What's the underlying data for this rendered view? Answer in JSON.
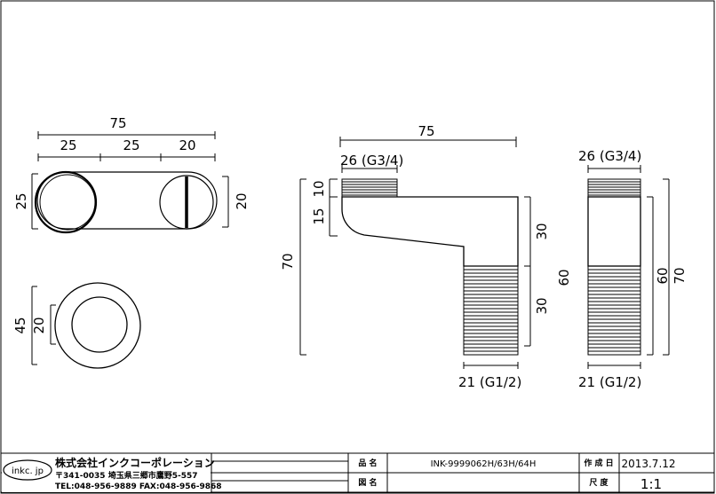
{
  "drawing": {
    "top_view": {
      "overall": "75",
      "left": "25",
      "middle": "25",
      "right": "20",
      "height_left": "25",
      "height_right": "20"
    },
    "ring_view": {
      "outer": "45",
      "inner": "20"
    },
    "side_view": {
      "overall": "75",
      "thread_top": "26 (G3/4)",
      "d10": "10",
      "d15": "15",
      "d70": "70",
      "d30a": "30",
      "d30b": "30",
      "d60": "60",
      "thread_bottom": "21 (G1/2)"
    },
    "front_view": {
      "thread_top": "26 (G3/4)",
      "d60": "60",
      "d70": "70",
      "thread_bottom": "21 (G1/2)"
    }
  },
  "title_block": {
    "logo": "inkc. jp",
    "company": "株式会社インクコーポレーション",
    "address": "〒341-0035 埼玉県三郷市鷹野5-557",
    "contact": "TEL:048-956-9889 FAX:048-956-9868",
    "label_part_name": "品 名",
    "part_name": "INK-9999062H/63H/64H",
    "label_drawing_name": "図 名",
    "drawing_name": "",
    "label_date": "作 成 日",
    "date": "2013.7.12",
    "label_scale": "尺 度",
    "scale": "1:1"
  }
}
